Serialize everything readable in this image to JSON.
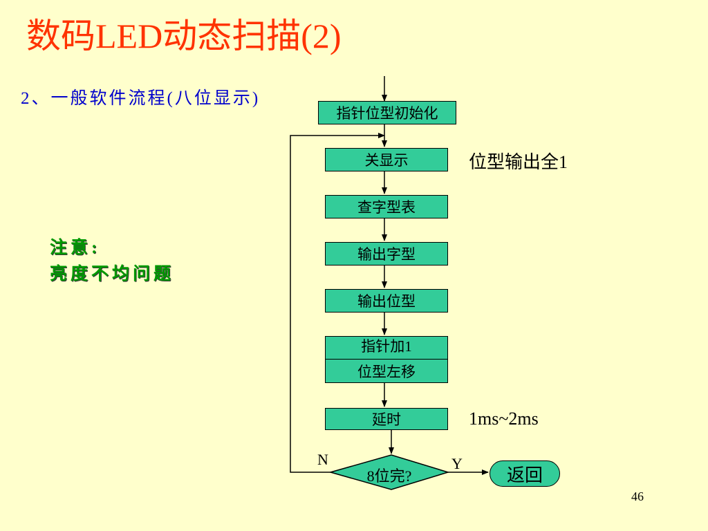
{
  "slide": {
    "title": "数码LED动态扫描(2)",
    "subtitle": "2、一般软件流程(八位显示)",
    "note_line1": "注意:",
    "note_line2": "亮度不均问题",
    "page_number": "46"
  },
  "flowchart": {
    "boxes": {
      "init": "指针位型初始化",
      "display_off": "关显示",
      "lookup": "查字型表",
      "output_glyph": "输出字型",
      "output_pos": "输出位型",
      "ptr_inc": "指针加1",
      "shift_left": "位型左移",
      "delay": "延时"
    },
    "decision": "8位完?",
    "return_label": "返回",
    "label_n": "N",
    "label_y": "Y",
    "annotation_output": "位型输出全1",
    "annotation_delay": "1ms~2ms",
    "colors": {
      "box_fill": "#33CC99",
      "line": "#000000"
    }
  }
}
